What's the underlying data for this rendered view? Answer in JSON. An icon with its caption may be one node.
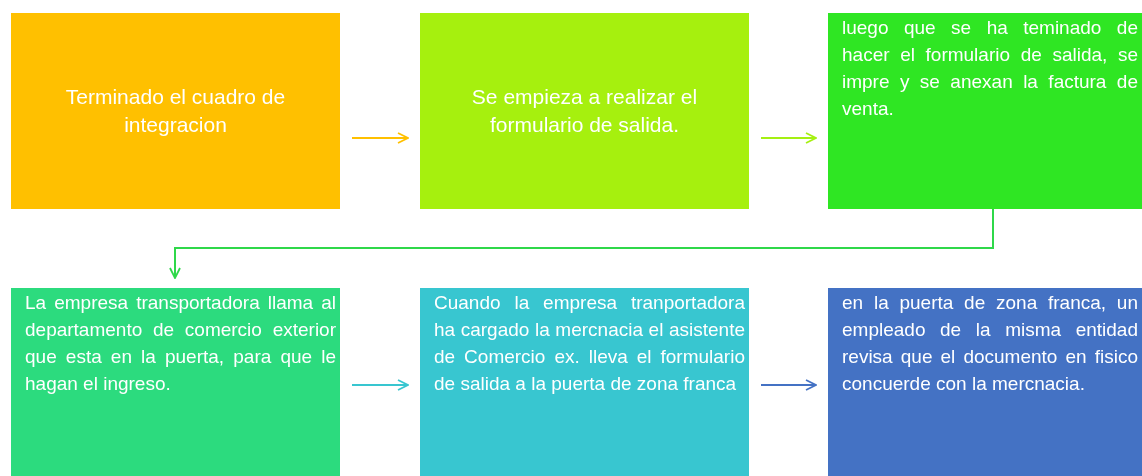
{
  "diagram": {
    "nodes": [
      {
        "text": [
          "Terminado el cuadro de integracion"
        ]
      },
      {
        "text": [
          "Se empieza a realizar el formulario de salida."
        ]
      },
      {
        "text": [
          "luego que se ha teminado de hacer el formulario de salida, se impre y se anexan la factura de venta."
        ]
      },
      {
        "text": [
          "La empresa transportadora llama al departamento de comercio exterior que esta en la puerta, para que le hagan el ingreso."
        ]
      },
      {
        "text": [
          "Cuando la empresa tranportadora ha cargado la mercnacia el asistente de Comercio ex. lleva el formulario de salida a la puerta de zona franca"
        ]
      },
      {
        "text": [
          "en la puerta de zona franca, un empleado de la misma entidad revisa que el documento en fisico concuerde con la mercnacia."
        ]
      }
    ],
    "edges": [
      {
        "from": 0,
        "to": 1,
        "arrow": "to",
        "color": "#ffc000"
      },
      {
        "from": 1,
        "to": 2,
        "arrow": "to",
        "color": "#a5f012"
      },
      {
        "from": 2,
        "to": 3,
        "arrow": "to",
        "color": "#2fd84a"
      },
      {
        "from": 3,
        "to": 4,
        "arrow": "to",
        "color": "#38c6d0"
      },
      {
        "from": 4,
        "to": 5,
        "arrow": "to",
        "color": "#4472c4"
      }
    ]
  }
}
